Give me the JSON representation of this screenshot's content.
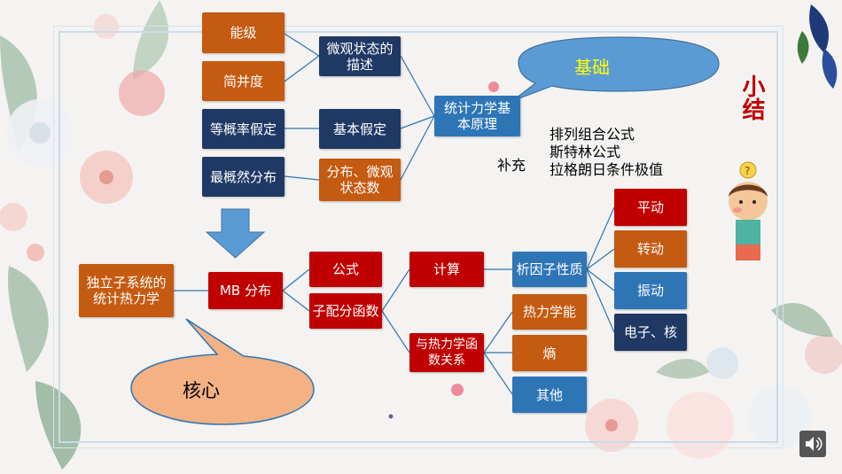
{
  "nodes": {
    "nengji": "能级",
    "jianbingdu": "简并度",
    "dengjilv": "等概率假定",
    "zuigairan": "最概然分布",
    "weiguan_miaoshu": "微观状态的描述",
    "jiben_jiading": "基本假定",
    "fenbu_weiguan": "分布、微观状态数",
    "tongji_yuanli": "统计力学基本原理",
    "duli_zixitong": "独立子系统的统计热力学",
    "mb_fenbu": "MB 分布",
    "gongshi": "公式",
    "zipeifen": "子配分函数",
    "jisuan": "计算",
    "yu_relixue": "与热力学函数关系",
    "xiyinzi": "析因子性质",
    "pingdong": "平动",
    "zhuandong": "转动",
    "zhendong": "振动",
    "dianzi_he": "电子、核",
    "relixueneng": "热力学能",
    "shang": "熵",
    "qita": "其他"
  },
  "callouts": {
    "jichu": "基础",
    "hexin": "核心"
  },
  "supplement": {
    "label": "补充",
    "items": [
      "排列组合公式",
      "斯特林公式",
      "拉格朗日条件极值"
    ]
  },
  "side_title": "小结",
  "colors": {
    "orange": "#c55a11",
    "navy": "#1f3864",
    "blue": "#2e75b6",
    "red": "#c00000",
    "callout_top": "#5b9bd5",
    "callout_top_text": "#ffff00",
    "callout_bottom": "#f4b183",
    "arrow": "#5b9bd5"
  }
}
